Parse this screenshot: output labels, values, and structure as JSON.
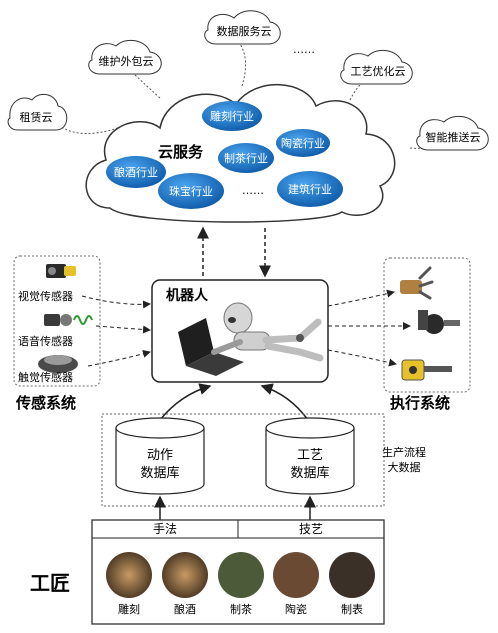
{
  "cloud": {
    "title": "云服务",
    "industries": [
      "雕刻行业",
      "陶瓷行业",
      "制茶行业",
      "酿酒行业",
      "珠宝行业",
      "……",
      "建筑行业"
    ]
  },
  "services": [
    "租赁云",
    "维护外包云",
    "数据服务云",
    "……",
    "工艺优化云",
    "智能推送云"
  ],
  "robot": {
    "label": "机器人"
  },
  "sensing": {
    "title": "传感系统",
    "sensors": [
      "视觉传感器",
      "语音传感器",
      "触觉传感器"
    ]
  },
  "execution": {
    "title": "执行系统"
  },
  "databases": [
    {
      "line1": "动作",
      "line2": "数据库"
    },
    {
      "line1": "工艺",
      "line2": "数据库"
    }
  ],
  "bigdata": {
    "line1": "生产流程",
    "line2": "大数据"
  },
  "craft": {
    "left_header": "手法",
    "right_header": "技艺",
    "person_label": "工匠",
    "items": [
      "雕刻",
      "酿酒",
      "制茶",
      "陶瓷",
      "制表"
    ]
  },
  "colors": {
    "blob": "#1d6fc1",
    "line": "#333333"
  }
}
